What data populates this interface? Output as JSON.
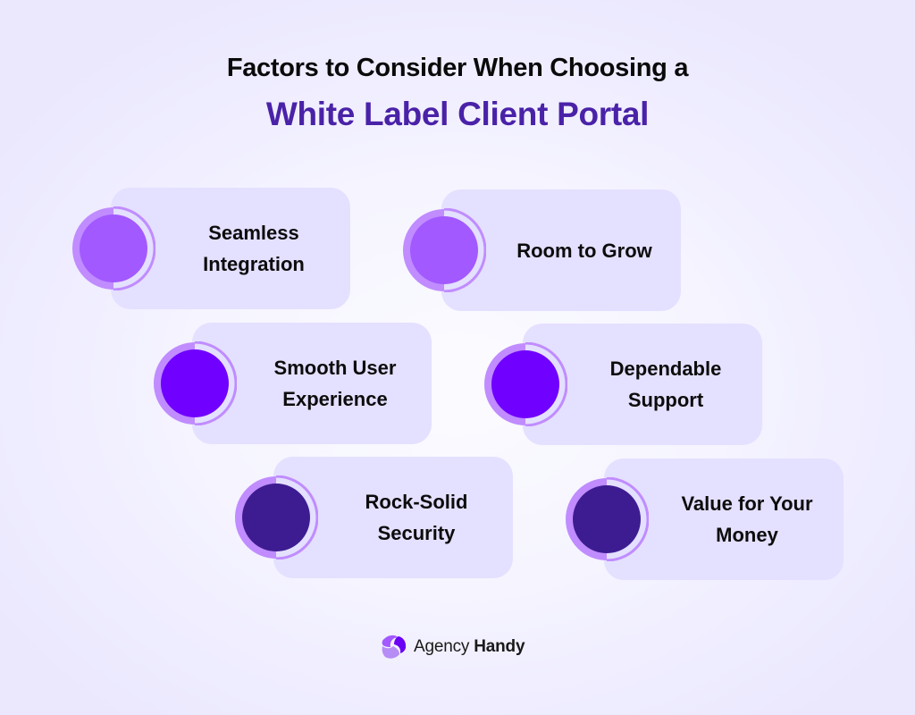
{
  "header": {
    "line1": "Factors to Consider When Choosing a",
    "line2": "White Label Client Portal"
  },
  "colors": {
    "title_dark": "#0a0a0a",
    "title_accent": "#4a22a8",
    "card_bg": "#e4e0ff",
    "ring": "#c08cff",
    "tier1": "#a259ff",
    "tier2": "#7000ff",
    "tier3": "#3d1c91"
  },
  "factors": [
    {
      "label": "Seamless\nIntegration",
      "fill": "#a259ff"
    },
    {
      "label": "Room to Grow",
      "fill": "#a259ff"
    },
    {
      "label": "Smooth User\nExperience",
      "fill": "#7000ff"
    },
    {
      "label": "Dependable\nSupport",
      "fill": "#7000ff"
    },
    {
      "label": "Rock-Solid\nSecurity",
      "fill": "#3d1c91"
    },
    {
      "label": "Value for Your\nMoney",
      "fill": "#3d1c91"
    }
  ],
  "footer": {
    "brand_light": "Agency ",
    "brand_bold": "Handy",
    "logo_icon": "agency-handy-swirl-logo"
  }
}
